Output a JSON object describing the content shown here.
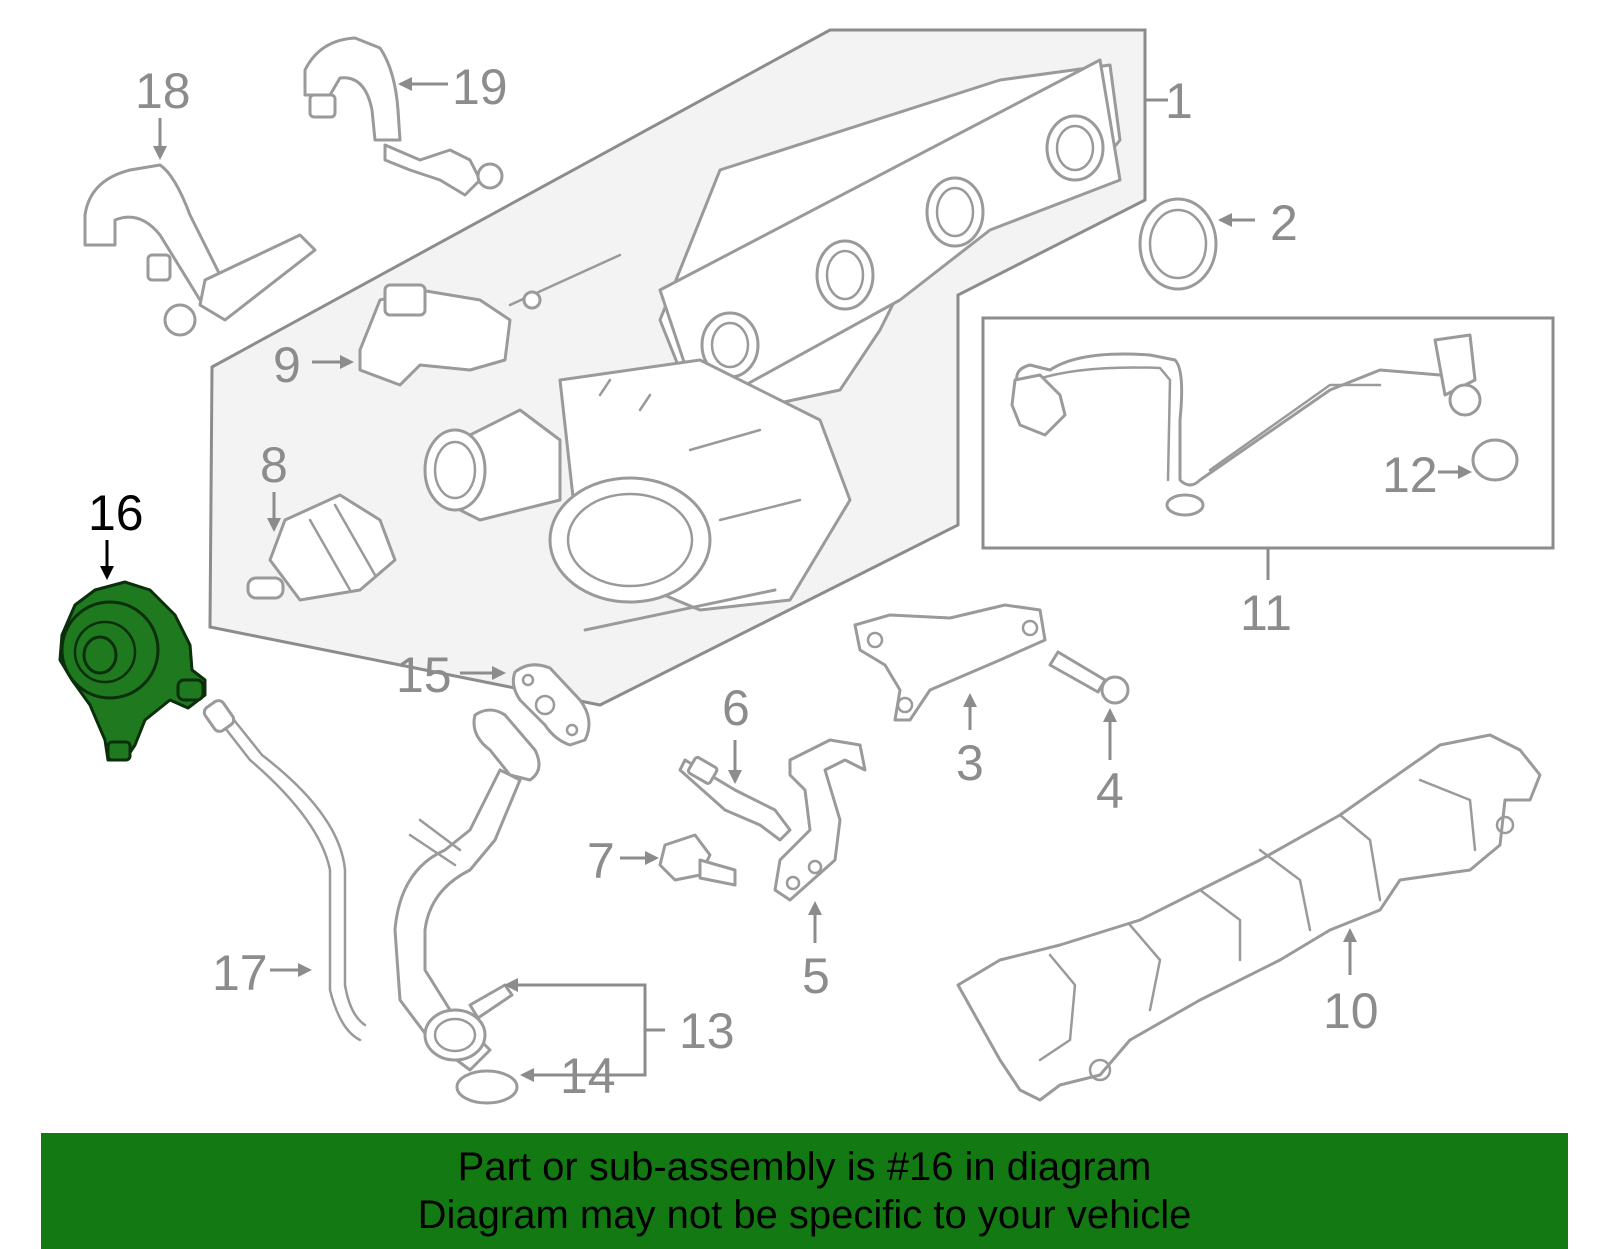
{
  "callouts": {
    "c1": "1",
    "c2": "2",
    "c3": "3",
    "c4": "4",
    "c5": "5",
    "c6": "6",
    "c7": "7",
    "c8": "8",
    "c9": "9",
    "c10": "10",
    "c11": "11",
    "c12": "12",
    "c13": "13",
    "c14": "14",
    "c15": "15",
    "c16": "16",
    "c17": "17",
    "c18": "18",
    "c19": "19"
  },
  "highlighted_part": "16",
  "banner": {
    "line1": "Part or sub-assembly is #16 in diagram",
    "line2": "Diagram may not be specific to your vehicle"
  },
  "colors": {
    "highlight_fill": "#1f7a1f",
    "banner_background": "#137a13",
    "line_art": "#9a9a9a"
  }
}
